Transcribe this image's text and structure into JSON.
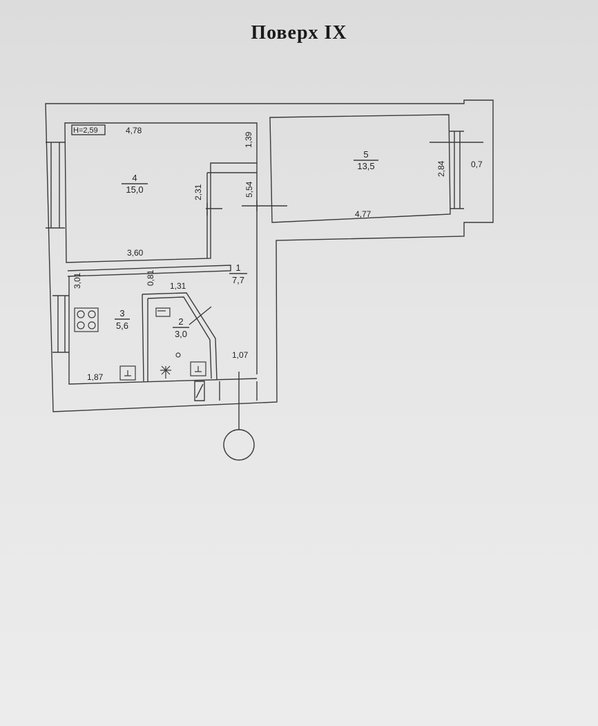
{
  "title": "Поверх  IX",
  "height_label": "H=2,59",
  "rooms": [
    {
      "number": "1",
      "area": "7,7"
    },
    {
      "number": "2",
      "area": "3,0"
    },
    {
      "number": "3",
      "area": "5,6"
    },
    {
      "number": "4",
      "area": "15,0"
    },
    {
      "number": "5",
      "area": "13,5"
    }
  ],
  "dimensions": {
    "room4_width": "4,78",
    "room4_depth": "1,39",
    "room4_side": "2,31",
    "room4_bottom": "3,60",
    "room1_depth": "5,54",
    "room5_width": "4,77",
    "room5_depth": "2,84",
    "balcony": "0,7",
    "kitchen_depth": "3,01",
    "kitchen_width": "1,87",
    "bath_gap": "0,81",
    "bath_width": "1,31",
    "entrance_width": "1,07"
  },
  "colors": {
    "line": "#3a3a3a",
    "paper": "#ececec"
  }
}
